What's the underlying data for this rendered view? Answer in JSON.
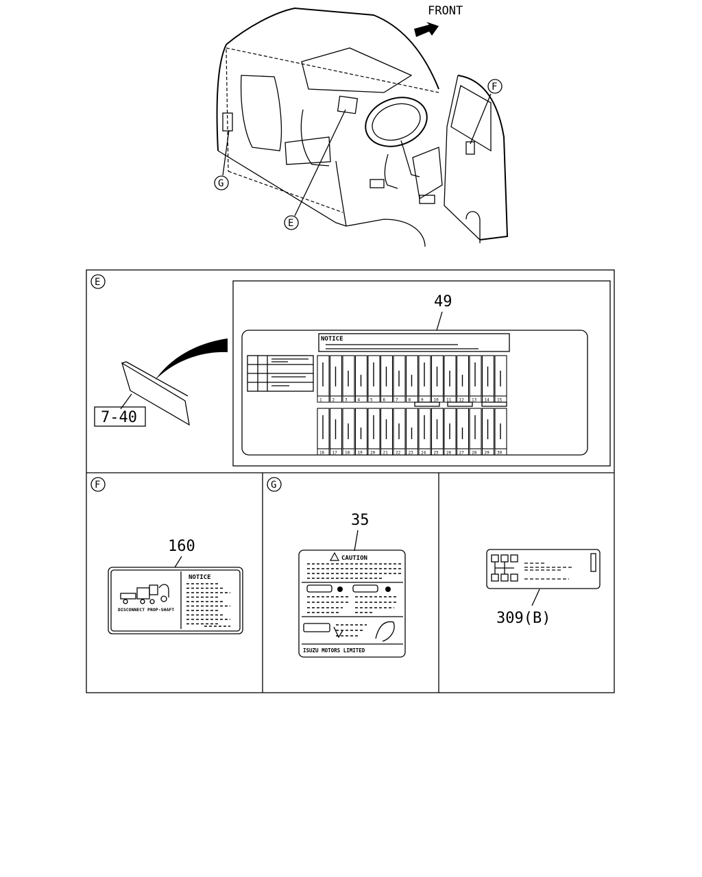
{
  "overview": {
    "direction_label": "FRONT",
    "callouts": [
      "E",
      "F",
      "G"
    ]
  },
  "panels": [
    {
      "id": "E",
      "part_number_box": "7-40",
      "part_number": "49",
      "label_heading": "NOTICE",
      "fuse_numbers_row1": [
        "1",
        "2",
        "3",
        "4",
        "5",
        "6",
        "7",
        "8",
        "9",
        "10",
        "11",
        "12",
        "13",
        "14",
        "15"
      ],
      "fuse_numbers_row2": [
        "16",
        "17",
        "18",
        "19",
        "20",
        "21",
        "22",
        "23",
        "24",
        "25",
        "26",
        "27",
        "28",
        "29",
        "30"
      ]
    },
    {
      "id": "F",
      "part_number": "160",
      "label_heading": "NOTICE",
      "caption": "DISCONNECT PROP-SHAFT"
    },
    {
      "id": "G",
      "part_number": "35",
      "label_heading": "CAUTION",
      "footer": "ISUZU MOTORS LIMITED"
    },
    {
      "id": "",
      "part_number": "309(B)"
    }
  ]
}
